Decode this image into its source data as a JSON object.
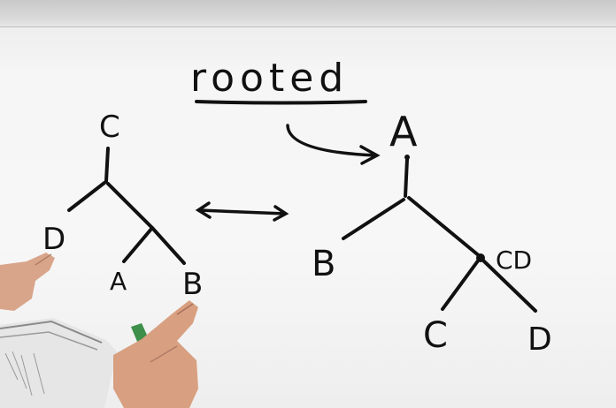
{
  "whiteboard": {
    "title": "rooted",
    "left_tree": {
      "root": "C",
      "leaves": [
        "D",
        "A",
        "B"
      ]
    },
    "right_tree": {
      "root": "A",
      "leaves": [
        "B",
        "C",
        "D"
      ],
      "internal_label": "CD"
    }
  }
}
